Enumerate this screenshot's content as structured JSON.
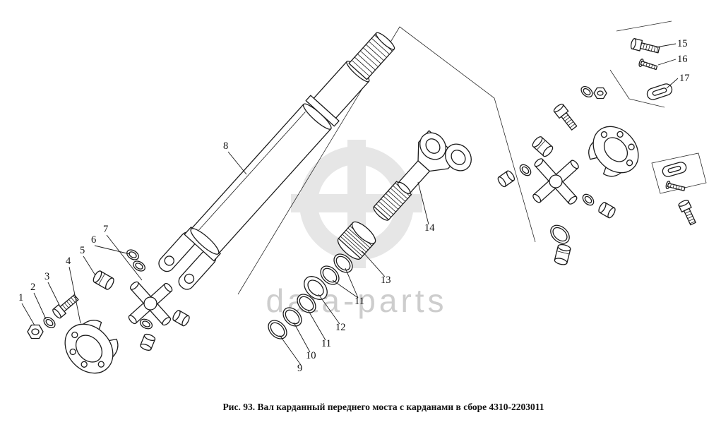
{
  "figure": {
    "caption": "Рис. 93. Вал карданный переднего моста с карданами в сборе 4310-2203011",
    "watermark_text": "data-parts",
    "ink_color": "#1b1b1b",
    "watermark_color": "#cdcdcd",
    "background_color": "#ffffff"
  },
  "labels": {
    "p1": "1",
    "p2": "2",
    "p3": "3",
    "p4": "4",
    "p5": "5",
    "p6": "6",
    "p7": "7",
    "p8": "8",
    "p9": "9",
    "p10": "10",
    "p11": "11",
    "p11b": "11",
    "p12": "12",
    "p13": "13",
    "p14": "14",
    "p15": "15",
    "p16": "16",
    "p17": "17"
  }
}
